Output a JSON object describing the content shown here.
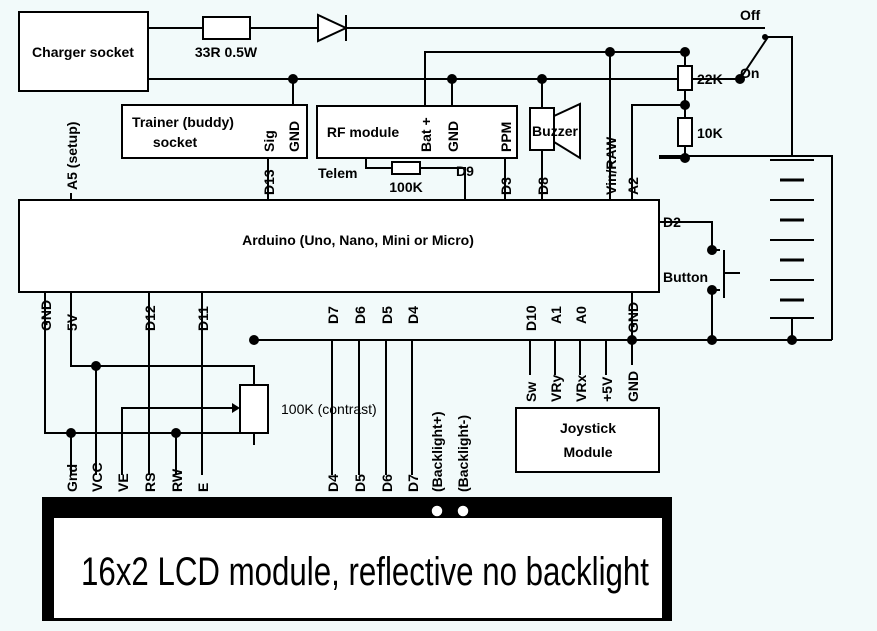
{
  "colors": {
    "background": "#f2fafa",
    "ink": "#000000",
    "box_fill": "#ffffff"
  },
  "blocks": {
    "charger": "Charger socket",
    "trainer_line1": "Trainer (buddy)",
    "trainer_line2": "socket",
    "rf_module": "RF module",
    "buzzer": "Buzzer",
    "arduino": "Arduino (Uno, Nano, Mini or Micro)",
    "joystick_line1": "Joystick",
    "joystick_line2": "Module",
    "lcd": "16x2 LCD module, reflective no backlight"
  },
  "components": {
    "r_charger": "33R 0.5W",
    "r_22k": "22K",
    "r_10k": "10K",
    "r_telem": "100K",
    "pot": "100K (contrast)",
    "switch_off": "Off",
    "switch_on": "On",
    "button": "Button"
  },
  "pins": {
    "trainer_sig": "Sig",
    "trainer_gnd": "GND",
    "rf_bat": "Bat +",
    "rf_gnd": "GND",
    "rf_ppm": "PPM",
    "telem": "Telem",
    "d9": "D9",
    "ard_a5": "A5 (setup)",
    "ard_d13": "D13",
    "ard_d3": "D3",
    "ard_d8": "D8",
    "ard_vin": "Vin/RAW",
    "ard_a2": "A2",
    "ard_d2": "D2",
    "ard_gnd_l": "GND",
    "ard_5v": "5V",
    "ard_d12": "D12",
    "ard_d11": "D11",
    "ard_d7": "D7",
    "ard_d6": "D6",
    "ard_d5": "D5",
    "ard_d4": "D4",
    "ard_d10": "D10",
    "ard_a1": "A1",
    "ard_a0": "A0",
    "ard_gnd_r": "GND",
    "joy_sw": "Sw",
    "joy_vry": "VRy",
    "joy_vrx": "VRx",
    "joy_5v": "+5V",
    "joy_gnd": "GND",
    "lcd_gnd": "Gnd",
    "lcd_vcc": "VCC",
    "lcd_ve": "VE",
    "lcd_rs": "RS",
    "lcd_rw": "RW",
    "lcd_e": "E",
    "lcd_d4": "D4",
    "lcd_d5": "D5",
    "lcd_d6": "D6",
    "lcd_d7": "D7",
    "lcd_bl_plus": "(Backlight+)",
    "lcd_bl_minus": "(Backlight-)"
  }
}
